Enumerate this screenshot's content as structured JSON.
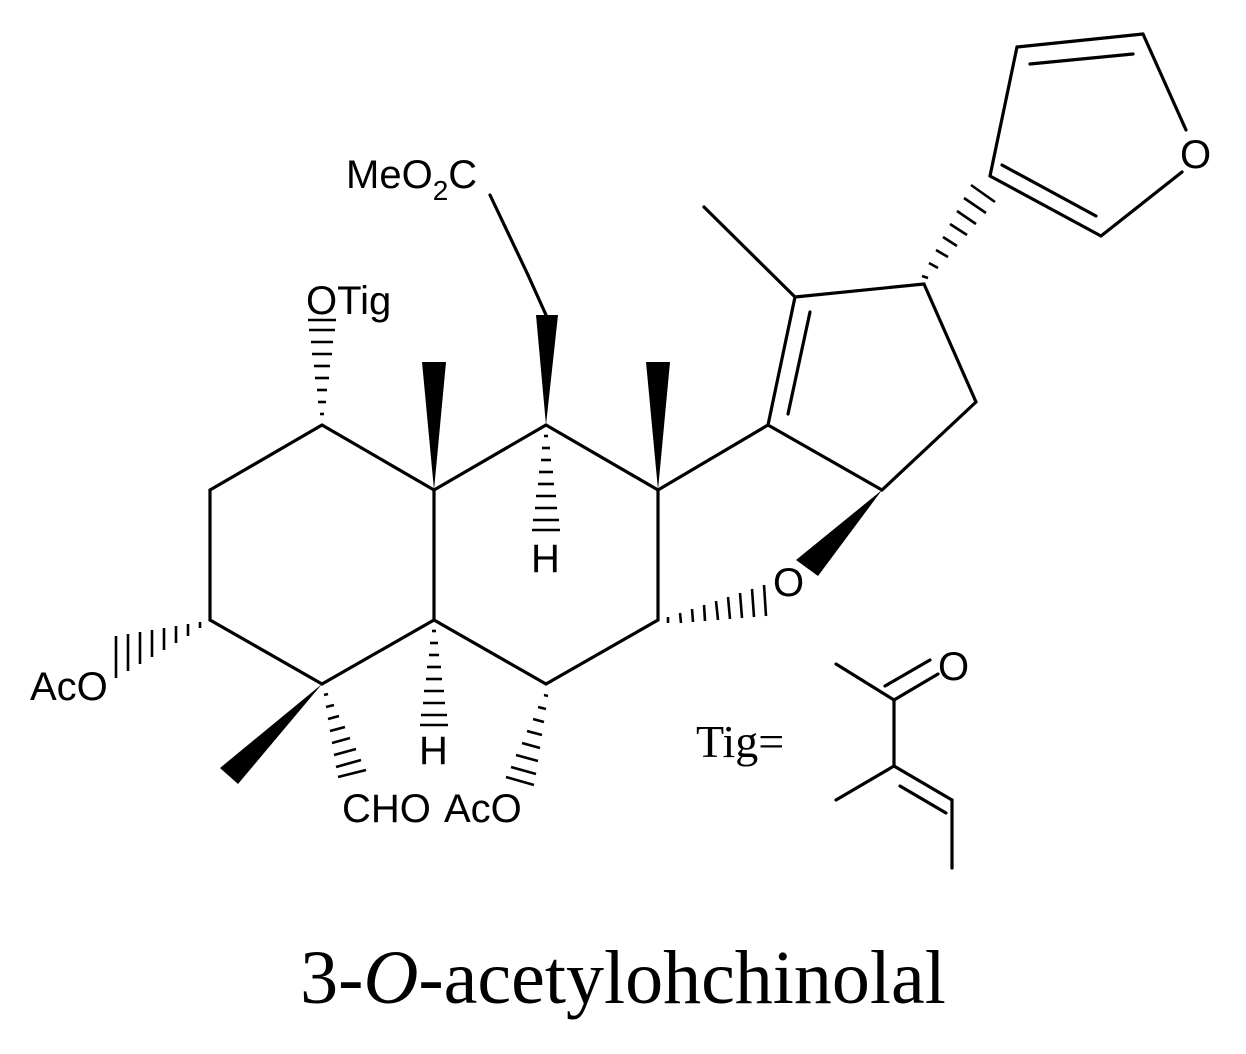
{
  "labels": {
    "meo2c_main": "MeO",
    "meo2c_sub": "2",
    "meo2c_end": "C",
    "otig": "OTig",
    "h_upper": "H",
    "h_lower": "H",
    "o_ring": "O",
    "o_furan": "O",
    "aco_left": "AcO",
    "cho": "CHO",
    "aco_bottom": "AcO",
    "tig_eq": "Tig=",
    "o_tig": "O"
  },
  "caption": {
    "prefix": "3-",
    "italic": "O",
    "suffix": "-acetylohchinolal"
  }
}
